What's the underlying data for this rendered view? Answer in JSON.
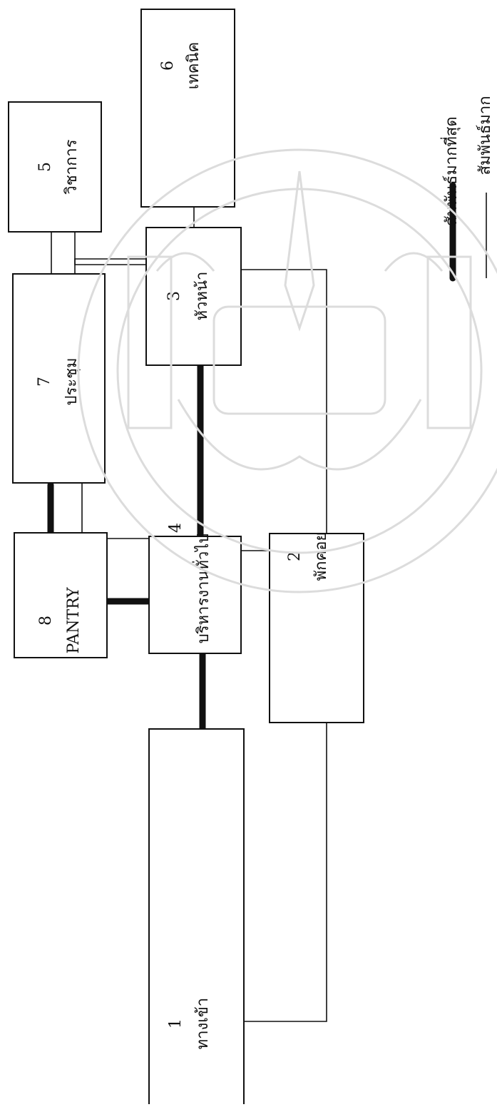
{
  "rooms": [
    {
      "number": "1",
      "name": "ทางเข้า"
    },
    {
      "number": "2",
      "name": "พักคอย"
    },
    {
      "number": "3",
      "name": "หัวหน้า"
    },
    {
      "number": "4",
      "name": "บริหารงานทั่วไป"
    },
    {
      "number": "5",
      "name": "วิชาการ"
    },
    {
      "number": "6",
      "name": "เทคนิค"
    },
    {
      "number": "7",
      "name": "ประชุม"
    },
    {
      "number": "8",
      "name": "PANTRY"
    }
  ],
  "legend": {
    "strongest": "สัมพันธ์มากที่สุด",
    "strong": "สัมพันธ์มาก"
  },
  "colors": {
    "line": "#111111",
    "box": "#111111",
    "watermark": "#dcdcdc"
  }
}
